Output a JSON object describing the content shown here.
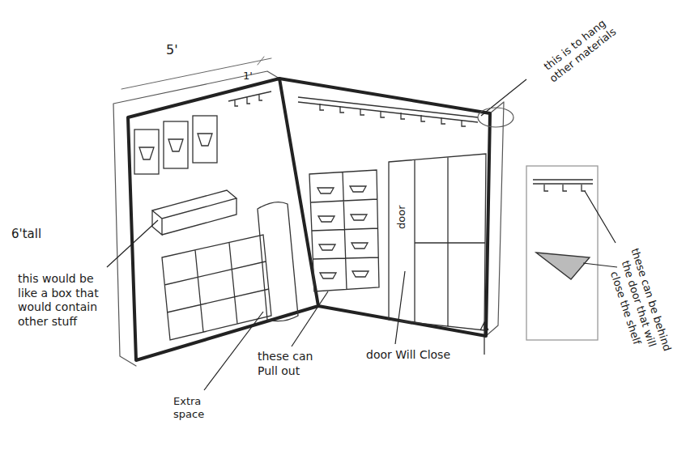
{
  "diagram": {
    "labels": [
      "5'",
      "1'",
      "this is to hang other materials",
      "6'tall",
      "door",
      "this would be like a box that would contain other stuff",
      "these can be behind the door that will close the shelf",
      "these can Pull out",
      "door Will Close",
      "Extra space"
    ]
  }
}
